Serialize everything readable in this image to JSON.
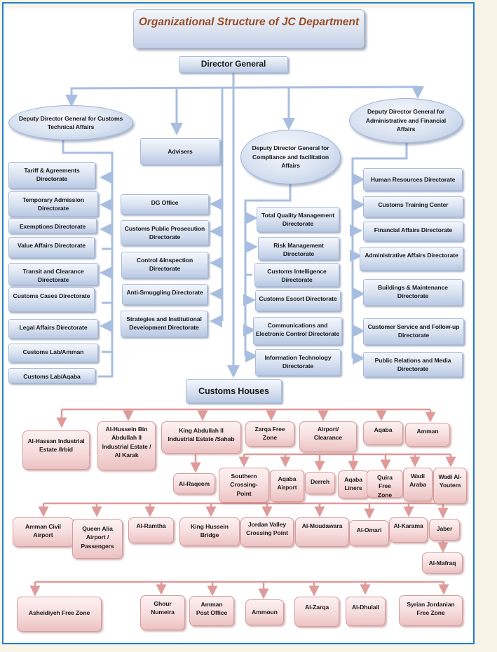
{
  "title": "Organizational Structure of JC Department",
  "colors": {
    "frame": "#1f7fd0",
    "blue_line": "#a8bee0",
    "pink_line": "#df9a9a",
    "title_text": "#9b4a24",
    "background": "#f9f4e8"
  },
  "director_general": "Director General",
  "advisers": "Advisers",
  "customs_houses": "Customs Houses",
  "technical": {
    "head": "Deputy Director General for Customs Technical Affairs",
    "items": [
      "Tariff & Agreements Directorate",
      "Temporary Admission Directorate",
      "Exemptions Directorate",
      "Value Affairs Directorate",
      "Transit and Clearance Directorate",
      "Customs Cases Directorate",
      "Legal Affairs Directorate",
      "Customs Lab/Amman",
      "Customs Lab/Aqaba"
    ]
  },
  "dg_direct": {
    "items": [
      "DG Office",
      "Customs Public Prosecution Directorate",
      "Control &Inspection Directorate",
      "Anti-Smuggling Directorate",
      "Strategies and Institutional Development Directorate"
    ]
  },
  "compliance": {
    "head": "Deputy Director General for Compliance and facilitation Affairs",
    "items": [
      "Total Quality Management Directorate",
      "Risk Management Directorate",
      "Customs Intelligence Directorate",
      "Customs Escort Directorate",
      "Communications and Electronic Control Directorate",
      "Information Technology Directorate"
    ]
  },
  "administrative": {
    "head": "Deputy Director General for Administrative and Financial Affairs",
    "items": [
      "Human Resources Directorate",
      "Customs Training Center",
      "Financial Affairs Directorate",
      "Administrative Affairs Directorate",
      "Buildings & Maintenance Directorate",
      "Customer Service and Follow-up Directorate",
      "Public Relations and Media Directorate"
    ]
  },
  "houses_row1": [
    "Al-Hassan Industrial Estate /Irbid",
    "Al-Hussein Bin Abdullah II Industrial Estate / Al Karak",
    "King Abdullah II Industrial Estate /Sahab",
    "Zarqa Free Zone",
    "Airport/ Clearance",
    "Aqaba",
    "Amman"
  ],
  "sahab_child": "Al-Raqeem",
  "aqaba_children": [
    "Southern Crossing- Point",
    "Aqaba Airport",
    "Derreh",
    "Aqaba Liners",
    "Quira Free Zone",
    "Wadi Araba",
    "Wadi Al-Youtem"
  ],
  "amman_children_row1": [
    "Amman Civil Airport",
    "Queen Alia Airport / Passengers",
    "Al-Ramtha",
    "King Hussein Bridge",
    "Jordan Valley Crossing Point",
    "Al-Moudawara",
    "Al-Omari",
    "Al-Karama",
    "Jaber"
  ],
  "jaber_child": "Al-Mafraq",
  "amman_children_row2": [
    "Asheidiyeh Free Zone",
    "Ghour Numeira",
    "Amman Post Office",
    "Ammoun",
    "Al-Zarqa",
    "Al-Dhulail",
    "Syrian Jordanian Free Zone"
  ]
}
